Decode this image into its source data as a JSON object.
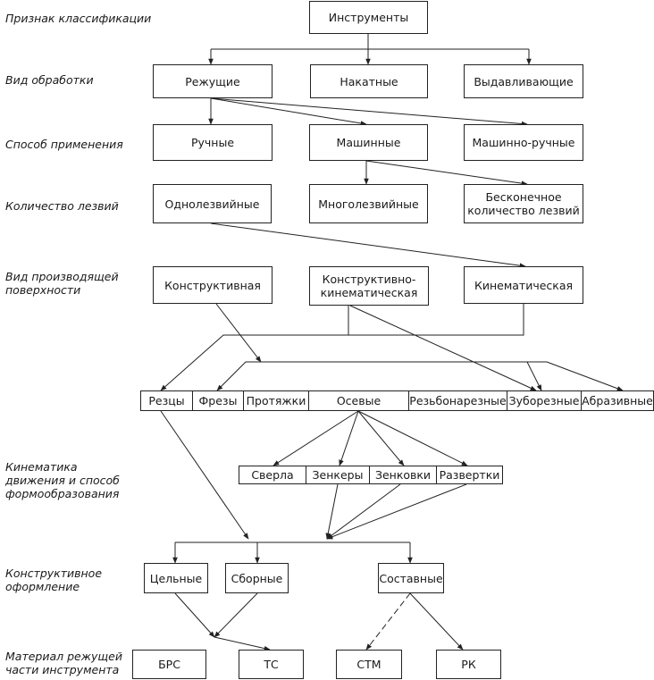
{
  "levels": {
    "classification": "Признак классификации",
    "processing": "Вид обработки",
    "application": "Способ применения",
    "blades": "Количество лезвий",
    "surface": "Вид производящей поверхности",
    "kinematics": "Кинематика движения и способ формообразования",
    "design": "Конструктивное оформление",
    "material": "Материал режущей части инструмента"
  },
  "nodes": {
    "instruments": "Инструменты",
    "cutting": "Режущие",
    "rolling": "Накатные",
    "extruding": "Выдавливающие",
    "manual": "Ручные",
    "machine": "Машинные",
    "machine_manual": "Машинно-ручные",
    "single_blade": "Однолезвийные",
    "multi_blade": "Многолезвийные",
    "infinite_blades": "Бесконечное количество лезвий",
    "constructive": "Конструктивная",
    "constructive_kinematic": "Конструктивно-кинематическая",
    "kinematic": "Кинематическая",
    "cutters": "Резцы",
    "mills": "Фрезы",
    "broaches": "Протяжки",
    "axial": "Осевые",
    "threading": "Резьбонарезные",
    "gear_cutting": "Зуборезные",
    "abrasive": "Абразивные",
    "drills": "Сверла",
    "countersinks": "Зенкеры",
    "counterbores": "Зенковки",
    "reamers": "Развертки",
    "solid": "Цельные",
    "assembled": "Сборные",
    "composite": "Составные",
    "hss": "БРС",
    "hard_alloy": "ТС",
    "stm": "СТМ",
    "rk": "РК"
  }
}
